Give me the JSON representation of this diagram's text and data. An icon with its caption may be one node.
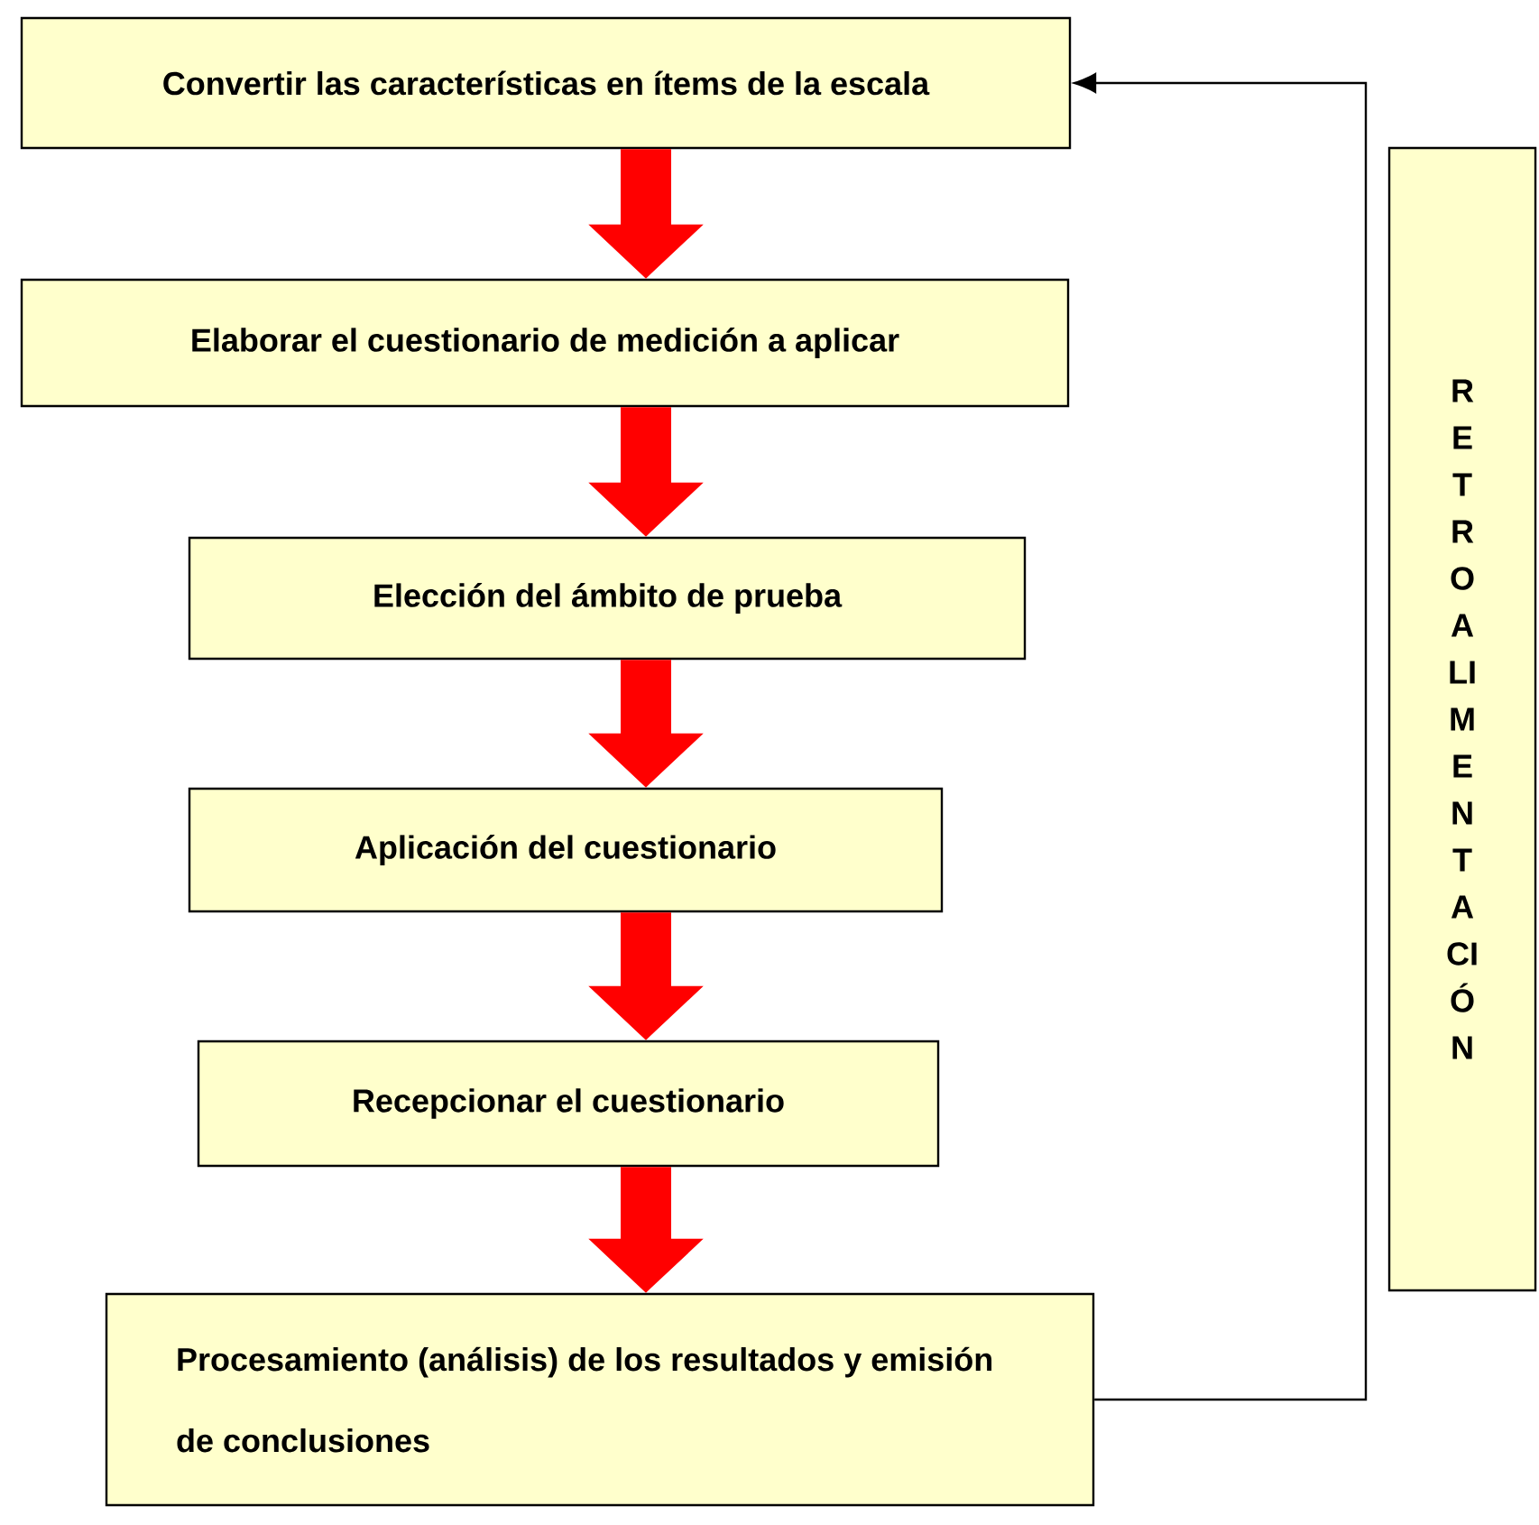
{
  "diagram": {
    "nodes": [
      {
        "text": [
          "Convertir las características en ítems de la escala"
        ]
      },
      {
        "text": [
          "Elaborar el cuestionario de medición a aplicar"
        ]
      },
      {
        "text": [
          "Elección del ámbito de prueba"
        ]
      },
      {
        "text": [
          "Aplicación del cuestionario"
        ]
      },
      {
        "text": [
          "Recepcionar el cuestionario"
        ]
      },
      {
        "text": [
          "Procesamiento (análisis) de los resultados y emisión de conclusiones"
        ]
      },
      {
        "text": [
          "RETROALIMENTACIÓN"
        ]
      }
    ],
    "edges": [
      {
        "from": 0,
        "to": 1,
        "arrow": "to"
      },
      {
        "from": 1,
        "to": 2,
        "arrow": "to"
      },
      {
        "from": 2,
        "to": 3,
        "arrow": "to"
      },
      {
        "from": 3,
        "to": 4,
        "arrow": "to"
      },
      {
        "from": 4,
        "to": 5,
        "arrow": "to"
      },
      {
        "from": 5,
        "to": 0,
        "arrow": "to",
        "color": "#000000"
      }
    ]
  }
}
